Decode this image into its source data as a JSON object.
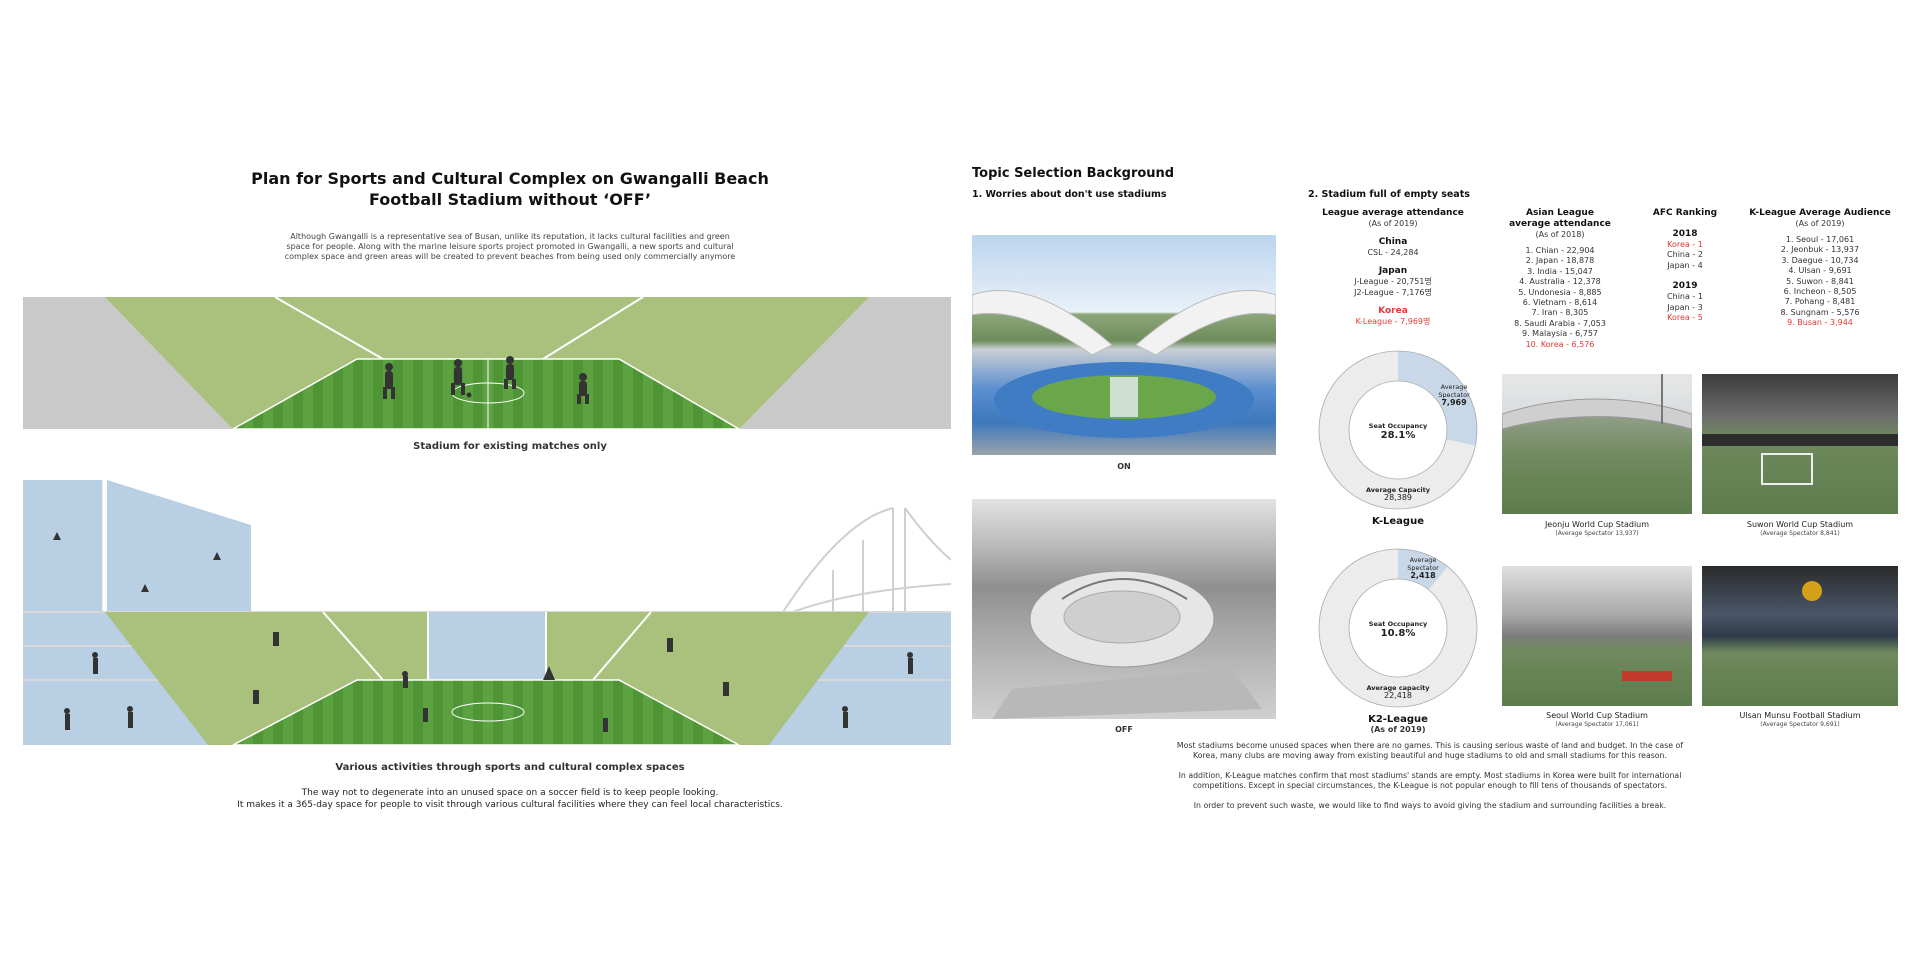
{
  "left": {
    "title_line1": "Plan for Sports and Cultural Complex on Gwangalli Beach",
    "title_line2": "Football Stadium without ‘OFF’",
    "intro_line1": "Although Gwangalli is a representative sea of Busan, unlike its reputation, it lacks cultural facilities and green",
    "intro_line2": "space for people. Along with the marine leisure sports project promoted in Gwangalli, a new sports and cultural",
    "intro_line3": "complex space and green areas will be created to prevent beaches from being used only commercially anymore",
    "caption1": "Stadium for existing matches only",
    "caption2": "Various activities through sports and cultural complex spaces",
    "closing_line1": "The way not to degenerate into an unused space on a soccer field is to keep people looking.",
    "closing_line2": "It makes it a 365-day space for people to visit through various cultural facilities where they can feel local characteristics."
  },
  "right": {
    "section_title": "Topic Selection Background",
    "sub1": "1. Worries about don't use stadiums",
    "sub2": "2. Stadium full of empty seats",
    "label_on": "ON",
    "label_off": "OFF",
    "league": {
      "head": "League average attendance",
      "asof": "(As of 2019)",
      "china_head": "China",
      "china_1": "CSL - 24,284",
      "japan_head": "Japan",
      "japan_1": "J-League - 20,751명",
      "japan_2": "J2-League - 7,176명",
      "korea_head": "Korea",
      "korea_1": "K-League - 7,969명"
    },
    "asian": {
      "head1": "Asian League",
      "head2": "average attendance",
      "asof": "(As of 2018)",
      "items": [
        "1. Chian - 22,904",
        "2. Japan - 18,878",
        "3. India - 15,047",
        "4. Australia - 12,378",
        "5. Undonesia - 8,885",
        "6. Vietnam - 8,614",
        "7. Iran - 8,305",
        "8. Saudi Arabia - 7,053",
        "9. Malaysia - 6,757"
      ],
      "item_red": "10. Korea - 6,576"
    },
    "afc": {
      "head": "AFC Ranking",
      "y2018": "2018",
      "y2018_red": "Korea - 1",
      "y2018_items": [
        "China - 2",
        "Japan - 4"
      ],
      "y2019": "2019",
      "y2019_items": [
        "China - 1",
        "Japan - 3"
      ],
      "y2019_red": "Korea - 5"
    },
    "kleague": {
      "head": "K-League Average Audience",
      "asof": "(As of 2019)",
      "items": [
        "1. Seoul - 17,061",
        "2. Jeonbuk - 13,937",
        "3. Daegue - 10,734",
        "4. Ulsan - 9,691",
        "5. Suwon - 8,841",
        "6. Incheon - 8,505",
        "7. Pohang - 8,481",
        "8. Sungnam - 5,576"
      ],
      "item_red": "9. Busan - 3,944"
    },
    "donut1": {
      "share": 0.281,
      "spectator_label1": "Average",
      "spectator_label2": "Spectator",
      "spectator_value": "7,969",
      "center_label": "Seat Occupancy",
      "center_value": "28.1%",
      "capacity_label": "Average Capacity",
      "capacity_value": "28,389",
      "name": "K-League"
    },
    "donut2": {
      "share": 0.108,
      "spectator_label1": "Average",
      "spectator_label2": "Spectator",
      "spectator_value": "2,418",
      "center_label": "Seat Occupancy",
      "center_value": "10.8%",
      "capacity_label": "Average capacity",
      "capacity_value": "22,418",
      "name": "K2-League",
      "name_sub": "(As of 2019)"
    },
    "photos": [
      {
        "name": "Jeonju World Cup Stadium",
        "sub": "(Average Spectator 13,937)"
      },
      {
        "name": "Suwon World Cup Stadium",
        "sub": "(Average Spectator 8,841)"
      },
      {
        "name": "Seoul World Cup Stadium",
        "sub": "(Average Spectator 17,061)"
      },
      {
        "name": "Ulsan Munsu Football Stadium",
        "sub": "(Average Spectator 9,691)"
      }
    ],
    "para1_line1": "Most stadiums become unused spaces when there are no games. This is causing serious waste of land and budget. In the case of",
    "para1_line2": "Korea, many clubs are moving away from existing beautiful and huge stadiums to old and small stadiums for this reason.",
    "para2_line1": "In addition, K-League matches confirm that most stadiums' stands are empty. Most stadiums in Korea were built for international",
    "para2_line2": "competitions. Except in special circumstances, the K-League is not popular enough to fill tens of thousands of spectators.",
    "para3": "In order to prevent such waste, we would like to find ways to avoid giving the stadium and surrounding facilities a break."
  },
  "colors": {
    "grass_light": "#a9c17d",
    "pitch": "#5aa03d",
    "concrete": "#c9c9c9",
    "sky_blue": "#b9cfe4",
    "donut_share": "#c9d8e8",
    "donut_rest": "#ececec",
    "accent_red": "#e53935"
  }
}
